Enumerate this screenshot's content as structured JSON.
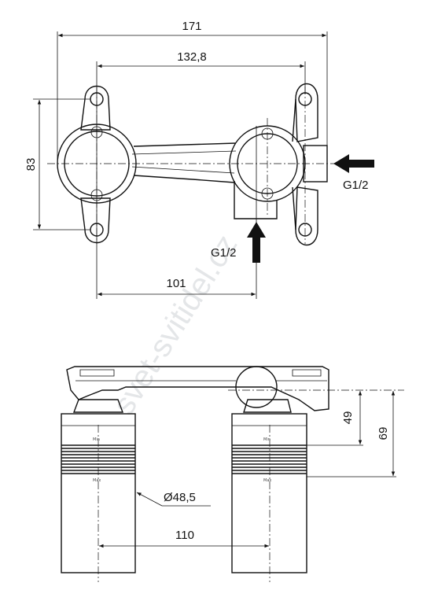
{
  "top_view": {
    "dim_overall_width": "171",
    "dim_hole_spacing": "132,8",
    "dim_height": "83",
    "dim_center_spacing": "101",
    "inlet_right_label": "G1/2",
    "inlet_bottom_label": "G1/2"
  },
  "side_view": {
    "dim_depth_min": "49",
    "dim_depth_max": "69",
    "dim_diameter": "Ø48,5",
    "dim_center_spacing": "110",
    "sleeve_mark_max": "Max",
    "sleeve_mark_min": "Min"
  },
  "watermark": "svet-svitidel.cz"
}
